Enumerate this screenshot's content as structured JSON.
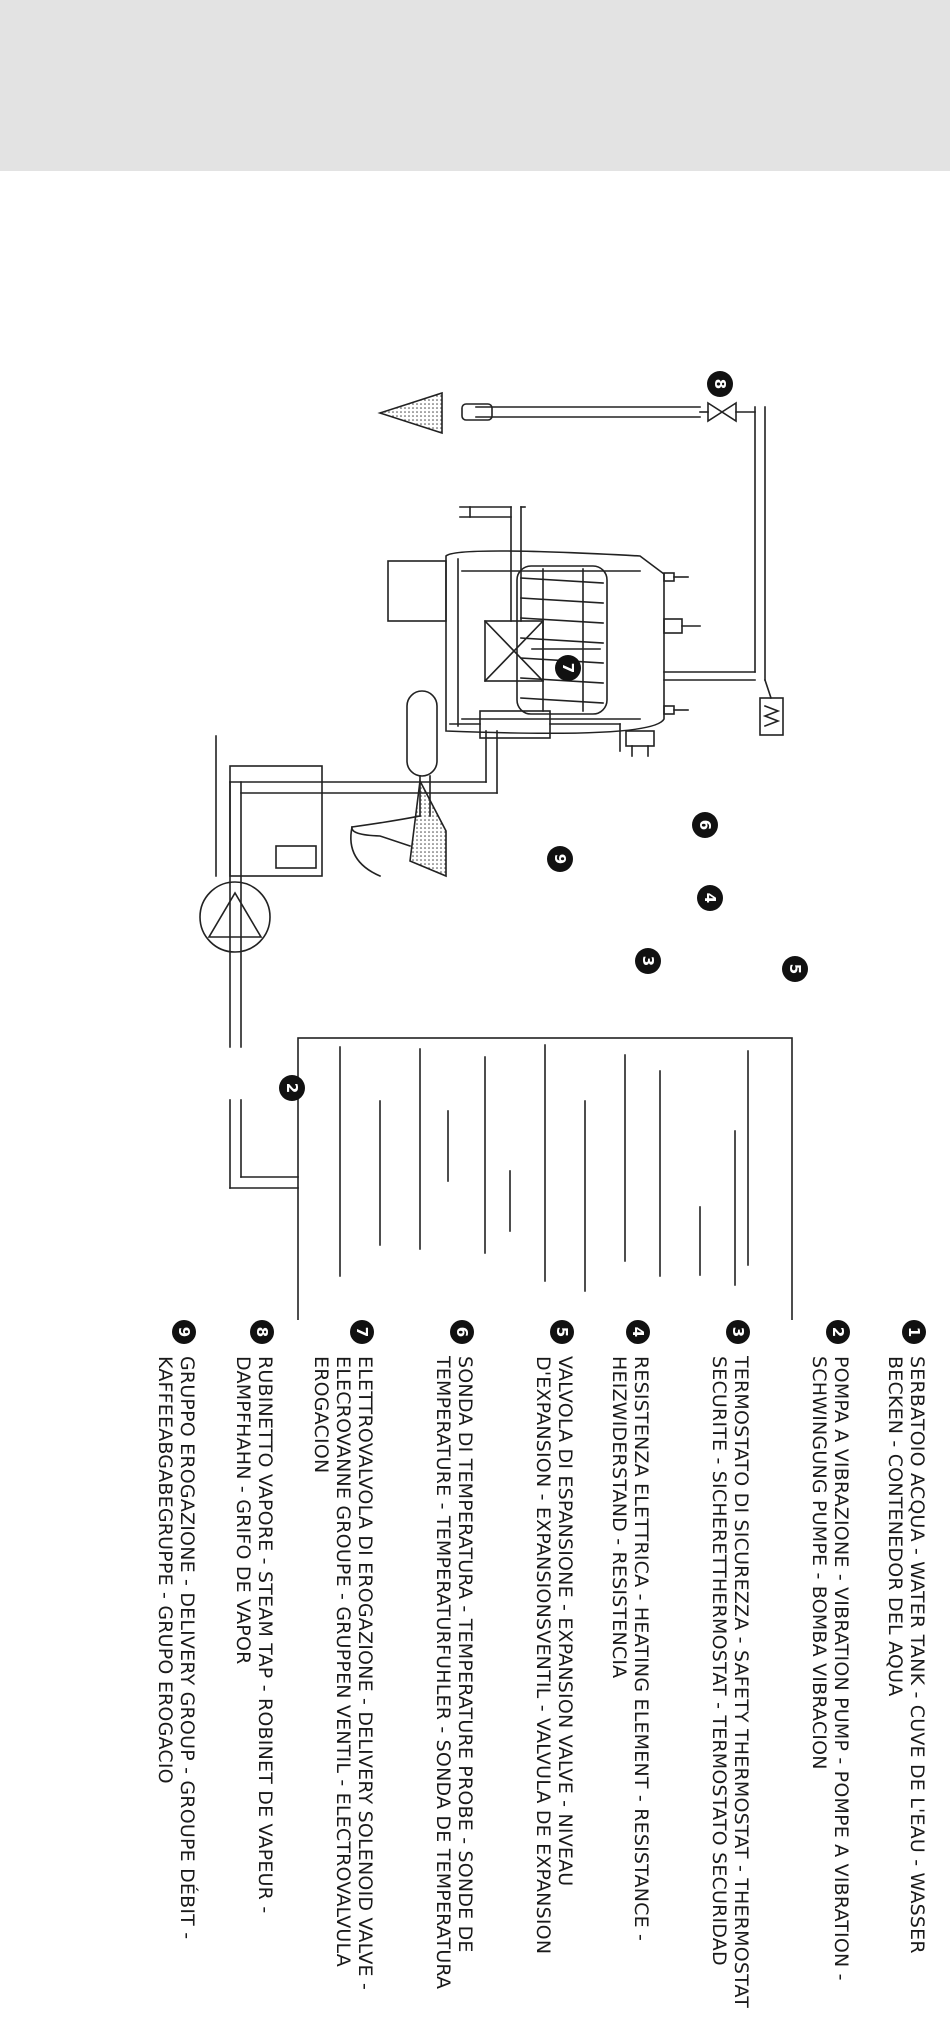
{
  "callouts": [
    "1",
    "2",
    "3",
    "4",
    "5",
    "6",
    "7",
    "8",
    "9"
  ],
  "legend": [
    {
      "num": "1",
      "text": "SERBATOIO ACQUA - WATER TANK - CUVE DE L'EAU - WASSER BECKEN - CONTENEDOR DEL AQUA"
    },
    {
      "num": "2",
      "text": "POMPA A VIBRAZIONE - VIBRATION PUMP - POMPE A VIBRATION - SCHWINGUNG PUMPE - BOMBA VIBRACION"
    },
    {
      "num": "3",
      "text": "TERMOSTATO DI SICUREZZA - SAFETY THERMOSTAT - THERMOSTAT SECURITE - SICHERETTHERMOSTAT - TERMOSTATO SECURIDAD"
    },
    {
      "num": "4",
      "text": "RESISTENZA ELETTRICA - HEATING ELEMENT - RESISTANCE - HEIZWIDERSTAND - RESISTENCIA"
    },
    {
      "num": "5",
      "text": "VALVOLA DI ESPANSIONE - EXPANSION VALVE - NIVEAU D'EXPANSION - EXPANSIONSVENTIL - VALVULA DE EXPANSION"
    },
    {
      "num": "6",
      "text": "SONDA DI TEMPERATURA - TEMPERATURE PROBE - SONDE DE TEMPERATURE - TEMPERATURFUHLER - SONDA DE TEMPERATURA"
    },
    {
      "num": "7",
      "text": "ELETTROVALVOLA DI EROGAZIONE - DELIVERY SOLENOID VALVE - ELECROVANNE GROUPE - GRUPPEN VENTIL - ELECTROVALVULA EROGACION"
    },
    {
      "num": "8",
      "text": "RUBINETTO VAPORE - STEAM TAP - ROBINET DE VAPEUR - DAMPFHAHN - GRIFO DE VAPOR"
    },
    {
      "num": "9",
      "text": "GRUPPO EROGAZIONE - DELIVERY GROUP - GROUPE DÉBIT - KAFFEEABGABEGRUPPE - GRUPO EROGACIO"
    }
  ]
}
